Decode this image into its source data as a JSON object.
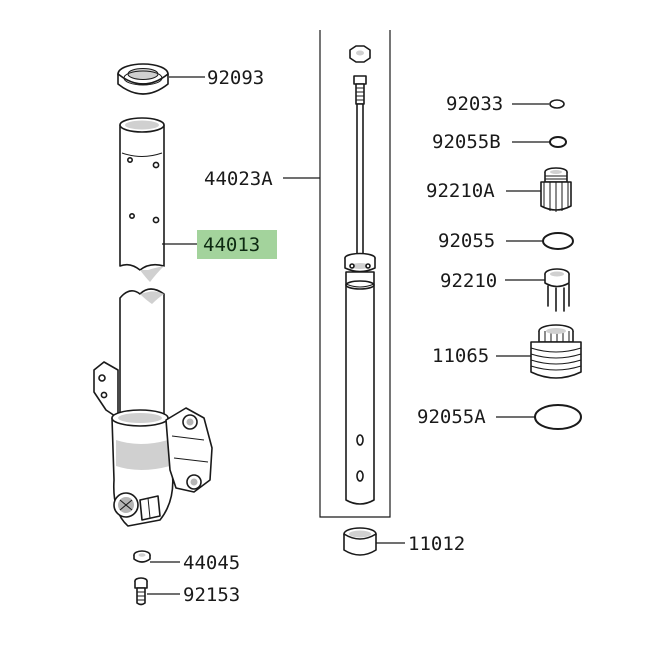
{
  "highlight_color": "#a3d39c",
  "parts": [
    {
      "id": "92093",
      "label": "92093"
    },
    {
      "id": "44013",
      "label": "44013",
      "highlighted": true
    },
    {
      "id": "44023A",
      "label": "44023A"
    },
    {
      "id": "44045",
      "label": "44045"
    },
    {
      "id": "92153",
      "label": "92153"
    },
    {
      "id": "92033",
      "label": "92033"
    },
    {
      "id": "92055B",
      "label": "92055B"
    },
    {
      "id": "92210A",
      "label": "92210A"
    },
    {
      "id": "92055",
      "label": "92055"
    },
    {
      "id": "92210",
      "label": "92210"
    },
    {
      "id": "11065",
      "label": "11065"
    },
    {
      "id": "92055A",
      "label": "92055A"
    },
    {
      "id": "11012",
      "label": "11012"
    }
  ]
}
